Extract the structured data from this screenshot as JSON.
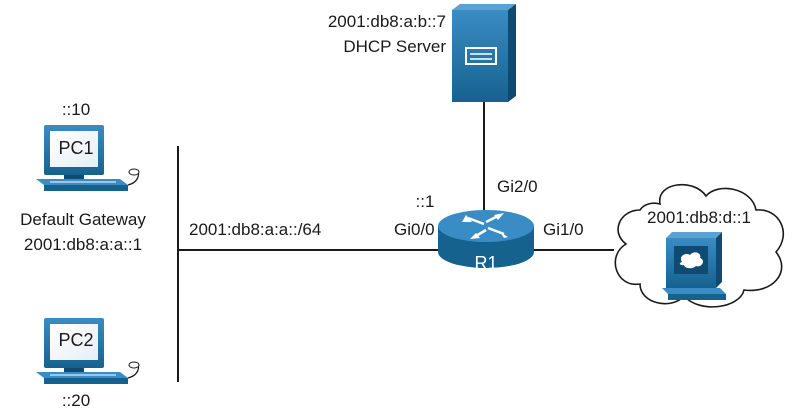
{
  "server": {
    "address": "2001:db8:a:b::7",
    "label": "DHCP Server"
  },
  "pc1": {
    "name": "PC1",
    "host_id": "::10"
  },
  "pc2": {
    "name": "PC2",
    "host_id": "::20"
  },
  "gateway": {
    "title": "Default Gateway",
    "address": "2001:db8:a:a::1"
  },
  "lan": {
    "prefix": "2001:db8:a:a::/64"
  },
  "router": {
    "name": "R1",
    "gi00_address": "::1",
    "gi00": "Gi0/0",
    "gi10": "Gi1/0",
    "gi20": "Gi2/0"
  },
  "remote": {
    "address": "2001:db8:d::1"
  },
  "colors": {
    "device_blue": "#1e6fa6",
    "device_dark": "#0f4a73",
    "link": "#1a1a1a"
  }
}
